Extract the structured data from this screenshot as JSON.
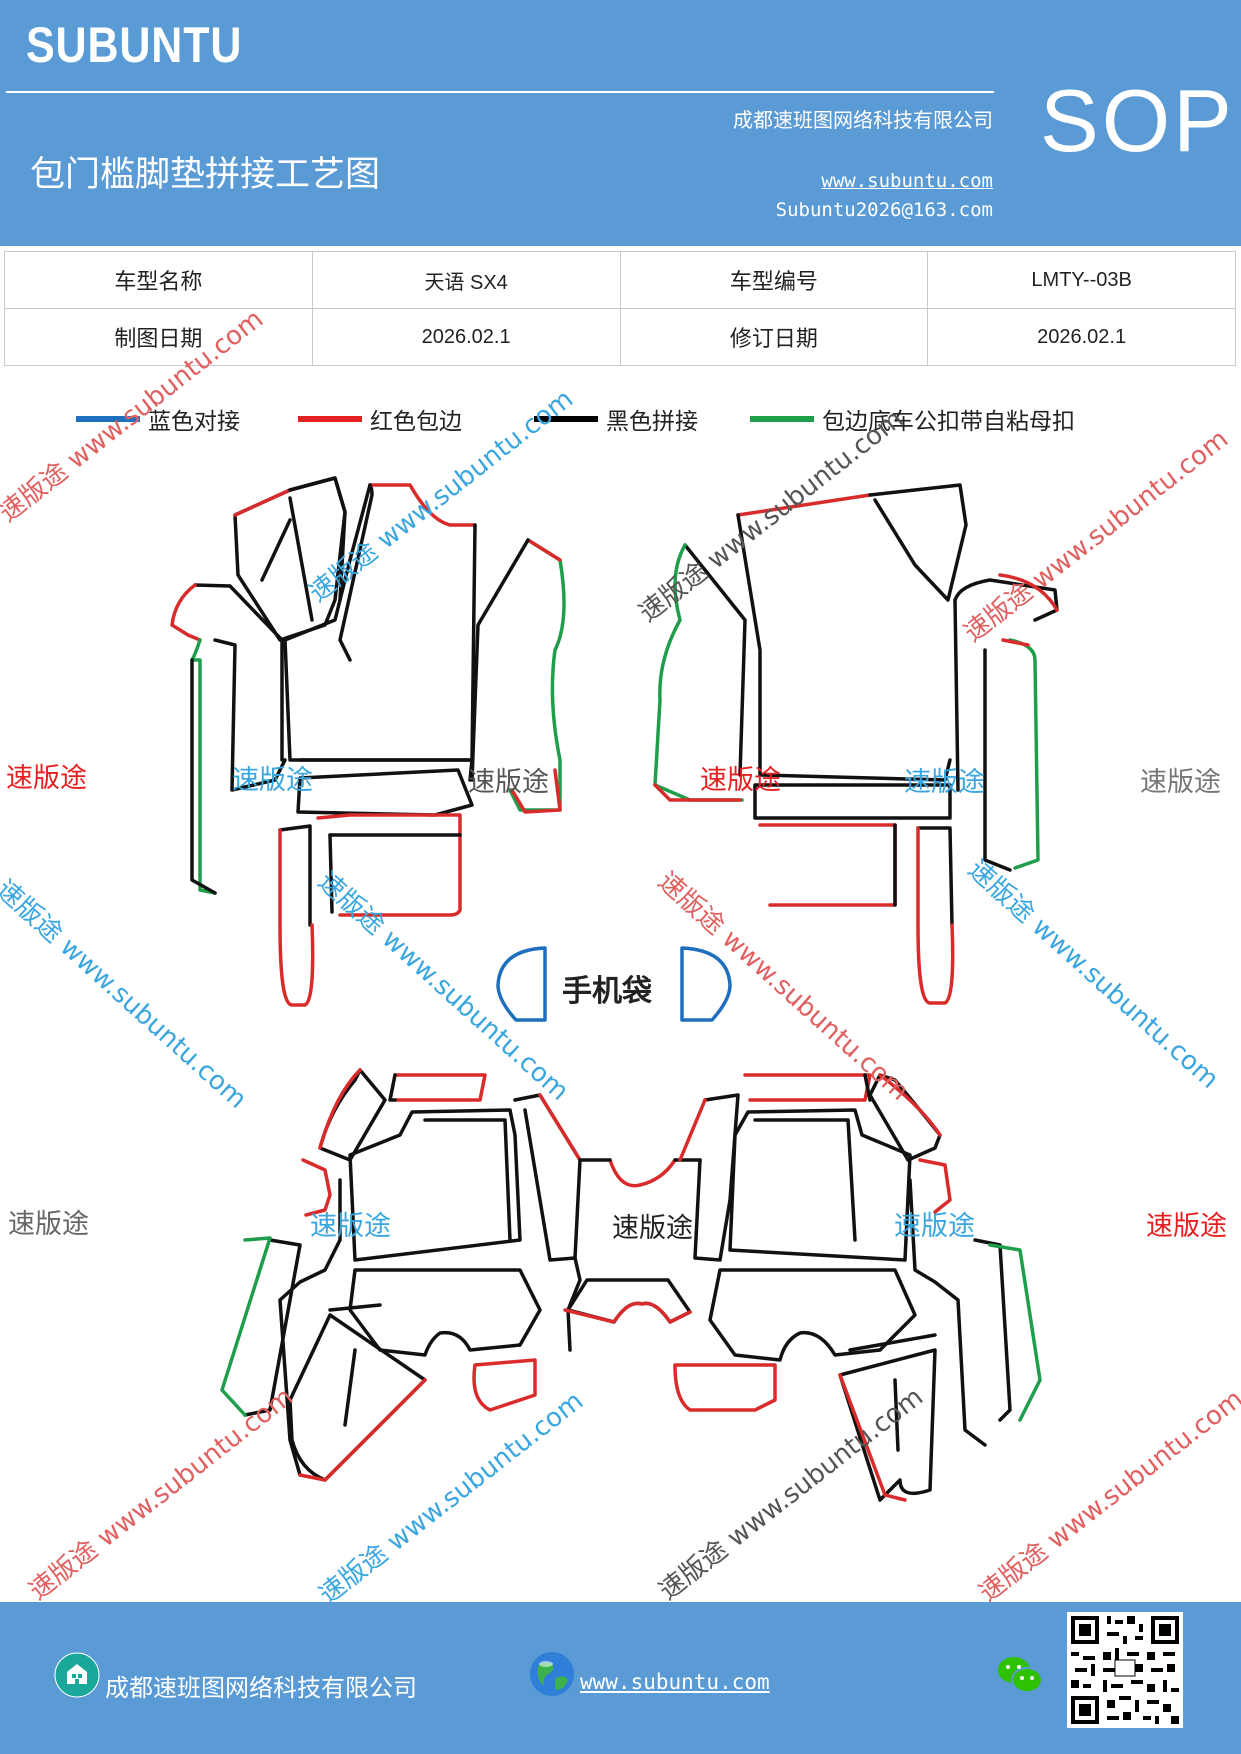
{
  "header": {
    "brand": "SUBUNTU",
    "company": "成都速班图网络科技有限公司",
    "title": "包门槛脚垫拼接工艺图",
    "website": "www.subuntu.com",
    "email": "Subuntu2026@163.com",
    "sop_label": "SOP",
    "bg_color": "#5b9bd5"
  },
  "info_table": {
    "rows": [
      [
        "车型名称",
        "天语 SX4",
        "车型编号",
        "LMTY--03B"
      ],
      [
        "制图日期",
        "2026.02.1",
        "修订日期",
        "2026.02.1"
      ]
    ]
  },
  "legend": [
    {
      "label": "蓝色对接",
      "color": "#1f6fbf"
    },
    {
      "label": "红色包边",
      "color": "#e62020"
    },
    {
      "label": "黑色拼接",
      "color": "#000000"
    },
    {
      "label": "包边底车公扣带自粘母扣",
      "color": "#1e9e4a"
    }
  ],
  "diagram": {
    "phone_pocket_label": "手机袋",
    "watermarks": {
      "brand": "速版途",
      "url": "www.subuntu.com",
      "brand_url": "速版途 www.subuntu.com"
    }
  },
  "footer": {
    "company": "成都速班图网络科技有限公司",
    "website": "www.subuntu.com",
    "company_icon": "building-icon",
    "web_icon": "globe-icon",
    "chat_icon": "wechat-icon",
    "qr_icon": "qr-code-icon"
  }
}
